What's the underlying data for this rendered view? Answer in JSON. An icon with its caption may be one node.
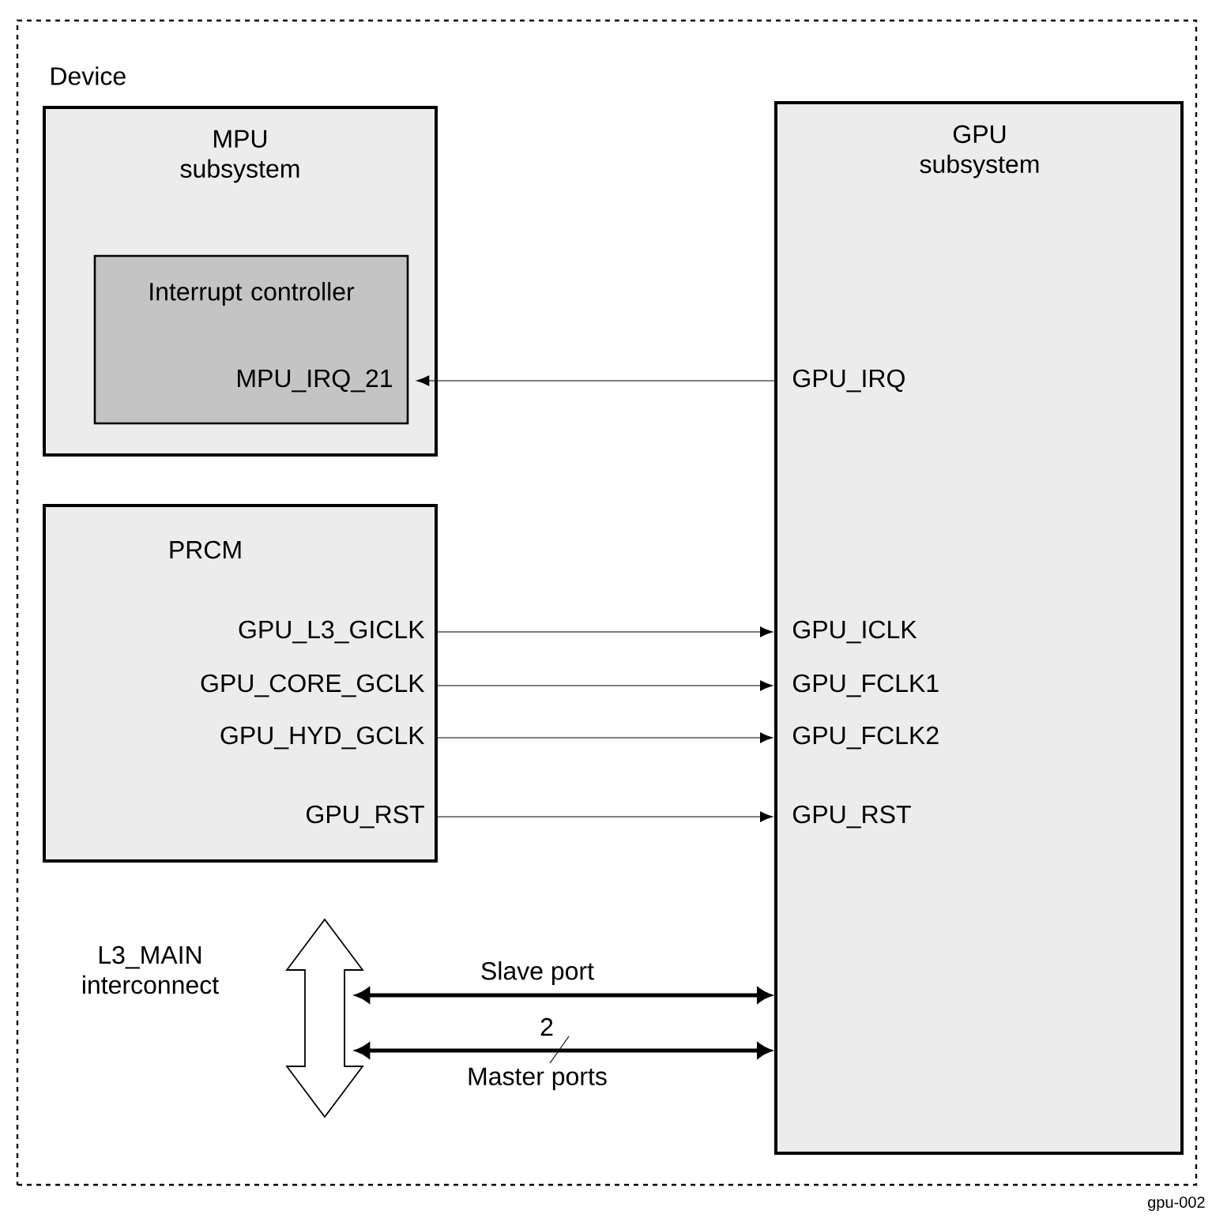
{
  "diagram": {
    "nodes": [
      {
        "text": [
          "Device"
        ]
      },
      {
        "text": [
          "MPU subsystem"
        ],
        "in": 0
      },
      {
        "text": [
          "Interrupt controller",
          "MPU_IRQ_21"
        ],
        "in": 1
      },
      {
        "text": [
          "PRCM",
          "GPU_L3_GICLK",
          "GPU_CORE_GCLK",
          "GPU_HYD_GCLK",
          "GPU_RST"
        ],
        "in": 0
      },
      {
        "text": [],
        "shape": "arrow",
        "beside": [
          "L3_MAIN interconnect"
        ],
        "in": 0
      },
      {
        "text": [
          "GPU subsystem",
          "GPU_IRQ",
          "GPU_ICLK",
          "GPU_FCLK1",
          "GPU_FCLK2",
          "GPU_RST"
        ],
        "in": 0
      }
    ],
    "edges": [
      {
        "from": 5,
        "to": 2,
        "arrow": "to"
      },
      {
        "from": 3,
        "to": 5,
        "arrow": "to"
      },
      {
        "from": 3,
        "to": 5,
        "arrow": "to"
      },
      {
        "from": 3,
        "to": 5,
        "arrow": "to"
      },
      {
        "from": 3,
        "to": 5,
        "arrow": "to"
      },
      {
        "from": 4,
        "to": 5,
        "arrow": "both",
        "style": "thick",
        "label": "Slave port"
      },
      {
        "from": 4,
        "to": 5,
        "arrow": "both",
        "style": "thick",
        "label": "Master ports"
      }
    ],
    "labels": [
      "2",
      "gpu-002"
    ]
  }
}
